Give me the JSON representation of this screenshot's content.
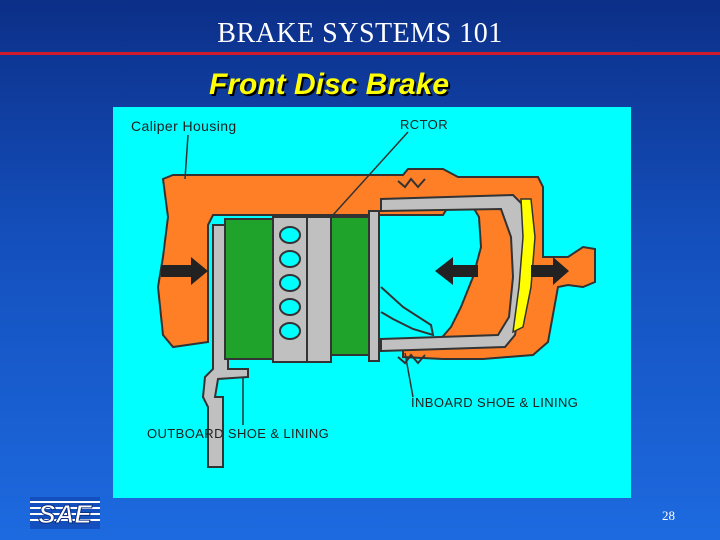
{
  "header": {
    "title": "BRAKE SYSTEMS 101"
  },
  "slide": {
    "title": "Front Disc Brake",
    "page_number": "28"
  },
  "diagram": {
    "labels": {
      "caliper_housing": "Caliper Housing",
      "rotor": "RCTOR",
      "inboard_shoe": "INBOARD SHOE & LINING",
      "outboard_shoe": "OUTBOARD SHOE & LINING"
    },
    "colors": {
      "background": "#00ffff",
      "caliper": "#ff7f27",
      "lining": "#1fa32a",
      "steel": "#c0c0c0",
      "piston_face": "#ffff00"
    }
  },
  "logo": {
    "text": "SAE"
  },
  "theme": {
    "accent": "#d11a2a",
    "title_color": "#ffff00"
  }
}
